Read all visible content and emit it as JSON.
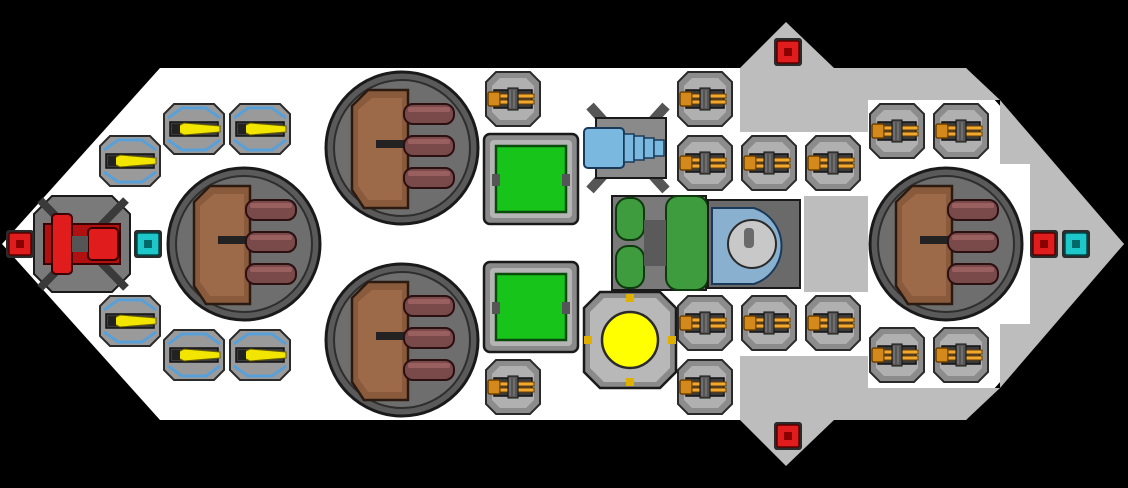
{
  "scene": {
    "background": "#000000",
    "hull_fill": "#ffffff",
    "hull_shade": "#bdbdbd"
  },
  "colors": {
    "accent_red": "#e01c1c",
    "accent_cyan": "#1ec8c8",
    "gauss_gold": "#d48a1a",
    "rail_yellow": "#f2e600",
    "rail_blue": "#5aa0d8",
    "hatch_green": "#17c41a",
    "core_yellow": "#ffff00",
    "drill_blue": "#7ab8e0",
    "tank_green": "#3e9b3e",
    "turret_brown": "#8a5a3c",
    "barrel_mauve": "#7a4a4a",
    "metal_dark": "#4a4a4a",
    "metal_mid": "#7a7a7a",
    "metal_light": "#a8a8a8"
  },
  "parts": {
    "heavy_turrets": [
      "heavy-cannon-turret",
      "heavy-cannon-turret",
      "heavy-cannon-turret",
      "heavy-cannon-turret"
    ],
    "gauss_guns": 14,
    "railguns": 6,
    "hatches": 2,
    "thrusters": 4,
    "sensors": 2
  }
}
